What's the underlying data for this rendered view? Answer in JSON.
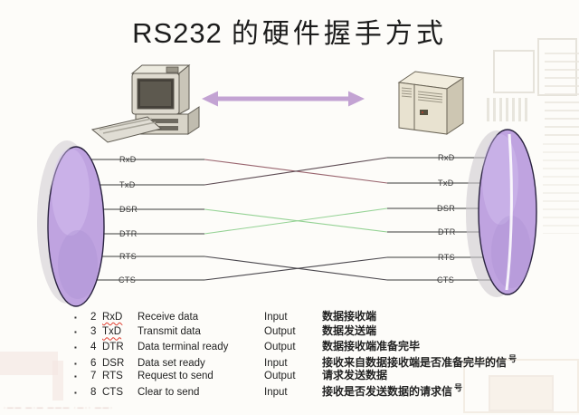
{
  "slide": {
    "title": {
      "latin": "RS232",
      "cn": "的硬件握手方式"
    }
  },
  "colors": {
    "connector_purple": "#bfa3e0",
    "connector_stroke": "#2a2340",
    "arrow_purple": "#c3a3d3",
    "line_dark": "#4a474d",
    "line_rose": "#99646e",
    "line_rose_dark": "#5d4b53",
    "line_green": "#94d294",
    "stub_dark": "#3c3c3c",
    "wavy_red": "#e03c2e"
  },
  "signals": {
    "left": [
      "RxD",
      "TxD",
      "DSR",
      "DTR",
      "RTS",
      "CTS"
    ],
    "right": [
      "RxD",
      "TxD",
      "DSR",
      "DTR",
      "RTS",
      "CTS"
    ]
  },
  "connections": [
    {
      "from": "RxD",
      "to": "TxD",
      "color_key": "line_rose"
    },
    {
      "from": "TxD",
      "to": "RxD",
      "color_key": "line_rose_dark"
    },
    {
      "from": "DSR",
      "to": "DTR",
      "color_key": "line_green"
    },
    {
      "from": "DTR",
      "to": "DSR",
      "color_key": "line_green"
    },
    {
      "from": "RTS",
      "to": "CTS",
      "color_key": "line_dark"
    },
    {
      "from": "CTS",
      "to": "RTS",
      "color_key": "line_dark"
    }
  ],
  "table": {
    "rows": [
      {
        "bullet": "▪",
        "pin": "2",
        "code": "RxD",
        "desc": "Receive data",
        "dir": "Input",
        "cn": "数据接收端",
        "cn_sup": ""
      },
      {
        "bullet": "▪",
        "pin": "3",
        "code": "TxD",
        "desc": "Transmit data",
        "dir": "Output",
        "cn": "数据发送端",
        "cn_sup": ""
      },
      {
        "bullet": "▪",
        "pin": "4",
        "code": "DTR",
        "desc": "Data terminal ready",
        "dir": "Output",
        "cn": "数据接收端准备完毕",
        "cn_sup": ""
      },
      {
        "bullet": "▪",
        "pin": "6",
        "code": "DSR",
        "desc": "Data set ready",
        "dir": "Input",
        "cn": "接收来自数据接收端是否准备完毕的信",
        "cn_sup": "号"
      },
      {
        "bullet": "▪",
        "pin": "7",
        "code": "RTS",
        "desc": "Request to send",
        "dir": "Output",
        "cn": "请求发送数据",
        "cn_sup": ""
      },
      {
        "bullet": "▪",
        "pin": "8",
        "code": "CTS",
        "desc": "Clear to send",
        "dir": "Input",
        "cn": "接收是否发送数据的请求信",
        "cn_sup": "号"
      }
    ]
  },
  "watermark": "·—— —·— ——— ·—·· ——·"
}
